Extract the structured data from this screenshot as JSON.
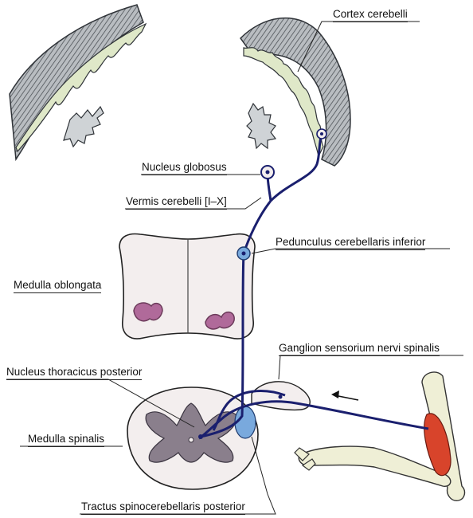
{
  "labels": {
    "cortex_cerebelli": "Cortex cerebelli",
    "nucleus_globosus": "Nucleus globosus",
    "vermis_cerebelli": "Vermis cerebelli [I–X]",
    "pedunculus_cerebellaris_inferior": "Pedunculus cerebellaris inferior",
    "medulla_oblongata": "Medulla oblongata",
    "ganglion_sensorium": "Ganglion sensorium nervi spinalis",
    "nucleus_thoracicus": "Nucleus thoracicus posterior",
    "medulla_spinalis": "Medulla spinalis",
    "tractus_spinocerebellaris": "Tractus spinocerebellaris posterior"
  },
  "colors": {
    "pathway": "#1a1f6e",
    "white_matter": "#dfe8c8",
    "cortex_gray": "#8f9398",
    "medulla_fill": "#f3eeee",
    "nucleus_pink": "#9c5a8a",
    "gray_matter": "#8a7f8c",
    "tract_blue": "#79a9dd",
    "muscle_red": "#d8442b",
    "bone": "#efefd6"
  },
  "icons": [
    "arrow-left-icon"
  ]
}
